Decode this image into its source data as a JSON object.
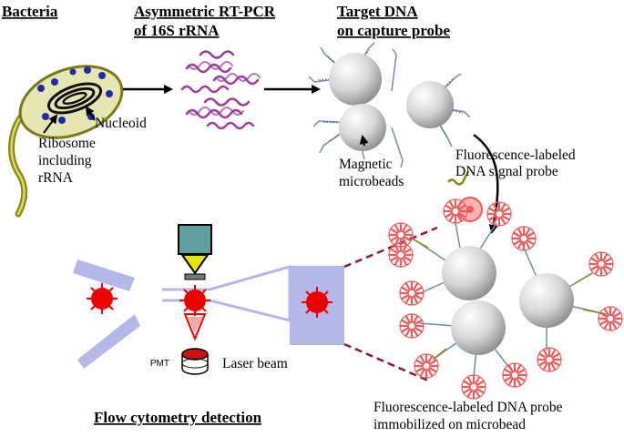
{
  "headings": {
    "bacteria": "Bacteria",
    "asym_line1": "Asymmetric RT-PCR",
    "asym_line2": "of 16S rRNA",
    "target_line1": "Target DNA",
    "target_line2": "on capture probe",
    "flow": "Flow cytometry detection"
  },
  "labels": {
    "nucleoid": "Nucleoid",
    "ribosome_1": "Ribosome",
    "ribosome_2": "including",
    "ribosome_3": "rRNA",
    "magnetic_1": "Magnetic",
    "magnetic_2": "microbeads",
    "fluor_signal_1": "Fluorescence-labeled",
    "fluor_signal_2": "DNA signal probe",
    "pmt": "PMT",
    "laser": "Laser beam",
    "immob_1": "Fluorescence-labeled DNA probe",
    "immob_2": "immobilized on microbead"
  },
  "colors": {
    "bacterium_body": "#e6e6b3",
    "bacterium_outline": "#7a7a1a",
    "flagellum": "#8a8a10",
    "ribosome_dots": "#1f2aa8",
    "rna_strand": "#9c3c9c",
    "bead": "#c8c8c8",
    "dna_strand": "#6b8fb8",
    "fluor_probe": "#ee5a5a",
    "flow_cell": "#b3b8e8",
    "detector_head": "#5f9f9f",
    "detector_cone": "#e6e600",
    "laser": "#ee0000",
    "zoom_lines": "#8b1a3a"
  }
}
